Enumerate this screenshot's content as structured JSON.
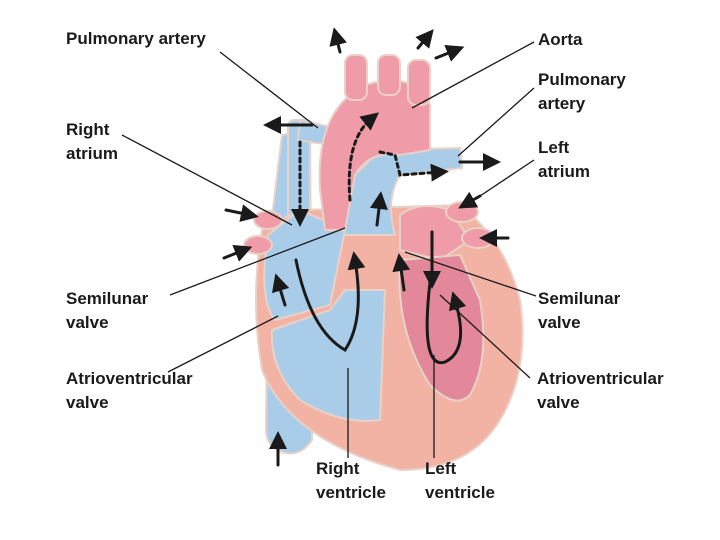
{
  "colors": {
    "deoxygenated": "#a9cce8",
    "oxygenated": "#ef9ca8",
    "muscle": "#f2b3a4",
    "outline": "#e8d2c8",
    "arrow": "#1a1a1a",
    "text": "#1a1a1a"
  },
  "labels": {
    "pulmonary_artery_left": "Pulmonary artery",
    "aorta": "Aorta",
    "pulmonary_artery_right": [
      "Pulmonary",
      "artery"
    ],
    "right_atrium": [
      "Right",
      "atrium"
    ],
    "left_atrium": [
      "Left",
      "atrium"
    ],
    "semilunar_left": [
      "Semilunar",
      "valve"
    ],
    "semilunar_right": [
      "Semilunar",
      "valve"
    ],
    "av_left": [
      "Atrioventricular",
      "valve"
    ],
    "av_right": [
      "Atrioventricular",
      "valve"
    ],
    "right_ventricle": [
      "Right",
      "ventricle"
    ],
    "left_ventricle": [
      "Left",
      "ventricle"
    ]
  }
}
